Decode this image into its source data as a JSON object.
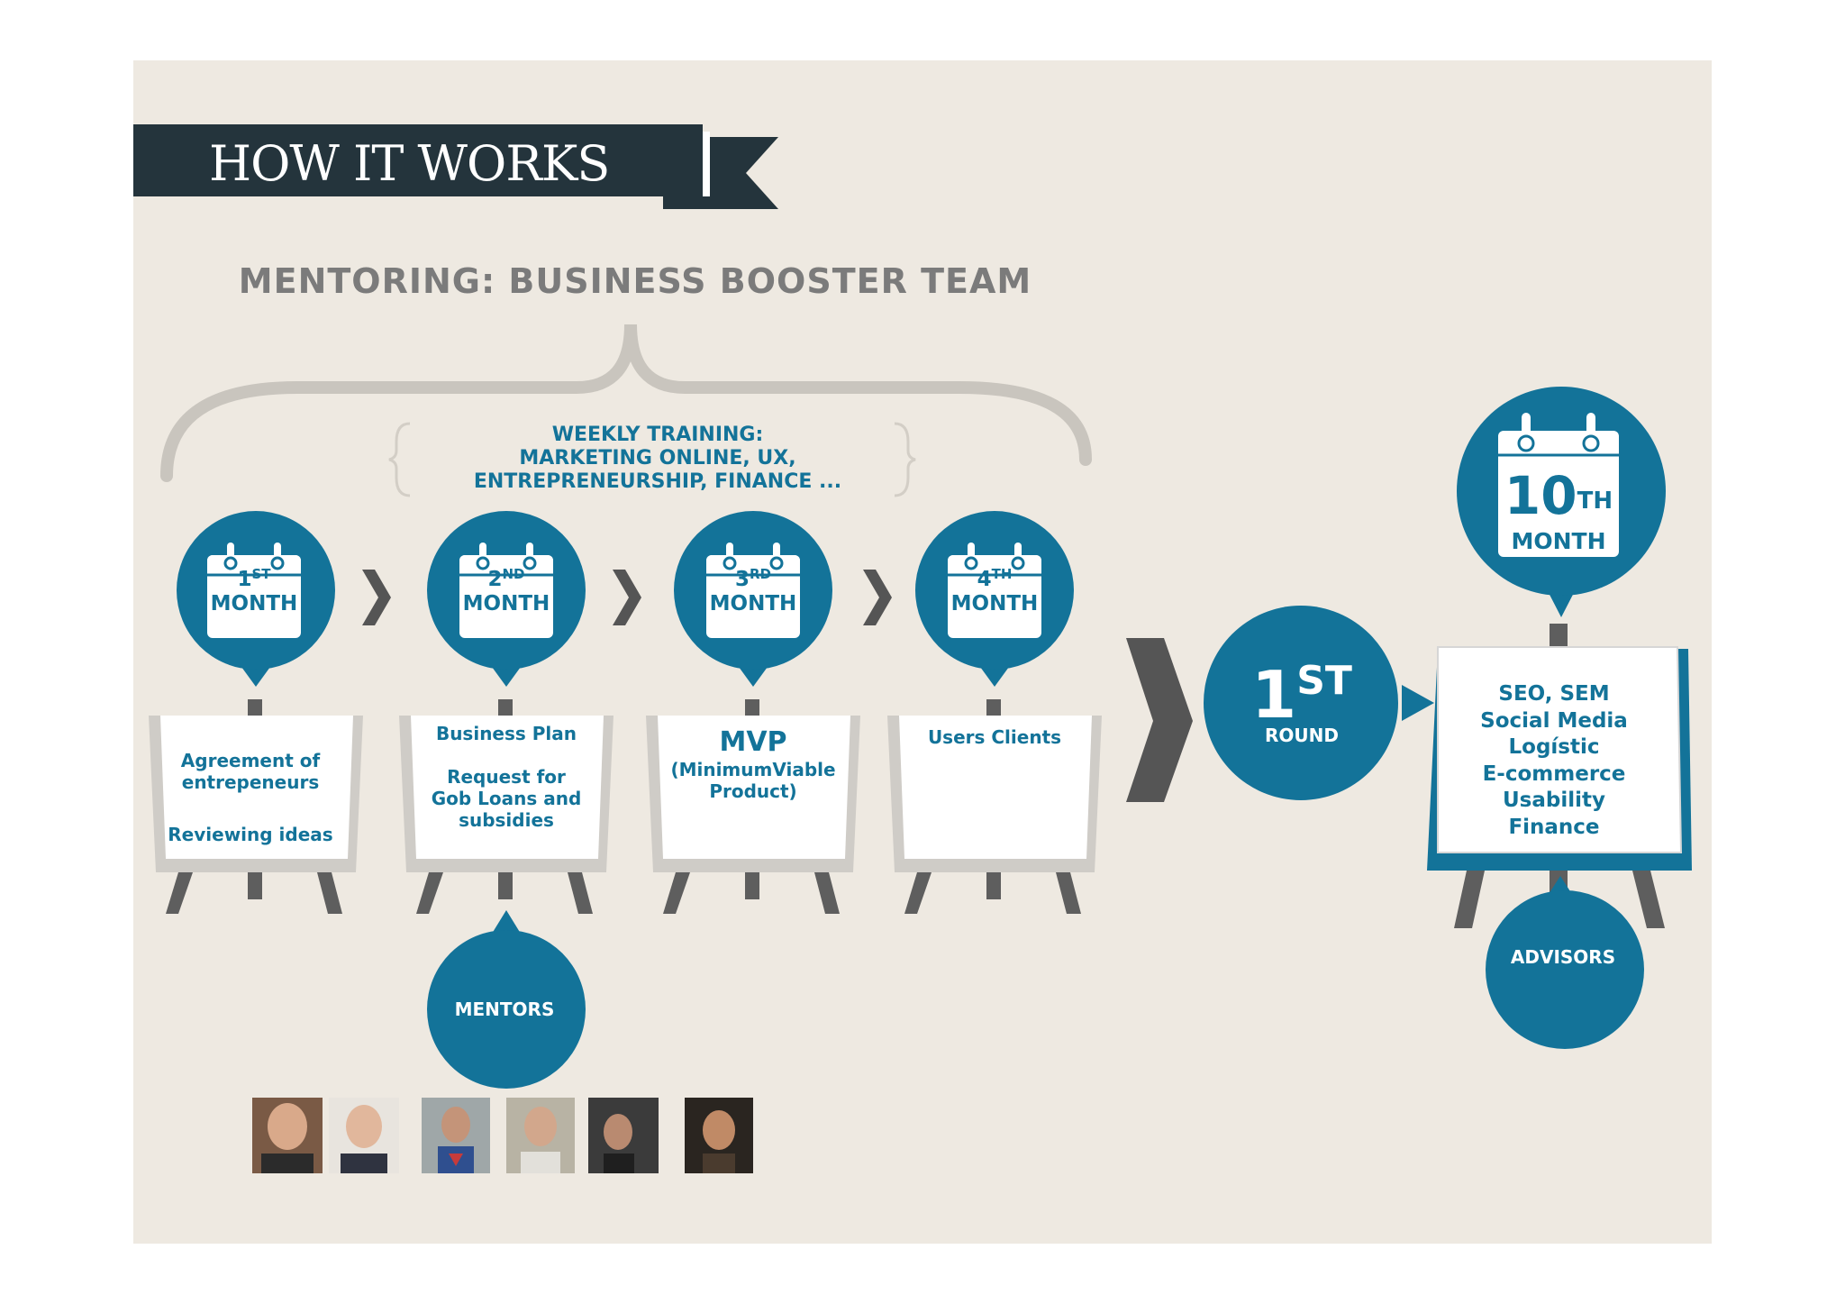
{
  "title": "HOW IT WORKS",
  "subtitle": "MENTORING: BUSINESS BOOSTER TEAM",
  "weekly_training": [
    "WEEKLY TRAINING:",
    "MARKETING ONLINE, UX,",
    "ENTREPRENEURSHIP, FINANCE ..."
  ],
  "months": [
    {
      "num": "1",
      "suffix": "ST",
      "label": "MONTH"
    },
    {
      "num": "2",
      "suffix": "ND",
      "label": "MONTH"
    },
    {
      "num": "3",
      "suffix": "RD",
      "label": "MONTH"
    },
    {
      "num": "4",
      "suffix": "TH",
      "label": "MONTH"
    }
  ],
  "boards": {
    "b1": {
      "line1": "Agreement of",
      "line2": "entrepeneurs",
      "line3": "Reviewing ideas"
    },
    "b2": {
      "line1": "Business Plan",
      "line2": "Request for",
      "line3": "Gob Loans and",
      "line4": "subsidies"
    },
    "b3": {
      "title": "MVP",
      "line1": "(MinimumViable",
      "line2": "Product)"
    },
    "b4": {
      "line1": "Users Clients"
    }
  },
  "round": {
    "num": "1",
    "suffix": "ST",
    "label": "ROUND"
  },
  "tenth": {
    "num": "10",
    "suffix": "TH",
    "label": "MONTH"
  },
  "advisor_board": [
    "SEO, SEM",
    "Social Media",
    "Logístic",
    "E-commerce",
    "Usability",
    "Finance"
  ],
  "mentors_label": "MENTORS",
  "advisors_label": "ADVISORS",
  "colors": {
    "teal": "#137399",
    "dark": "#24343C",
    "gray": "#6E6E6E",
    "background": "#EEE9E1"
  }
}
